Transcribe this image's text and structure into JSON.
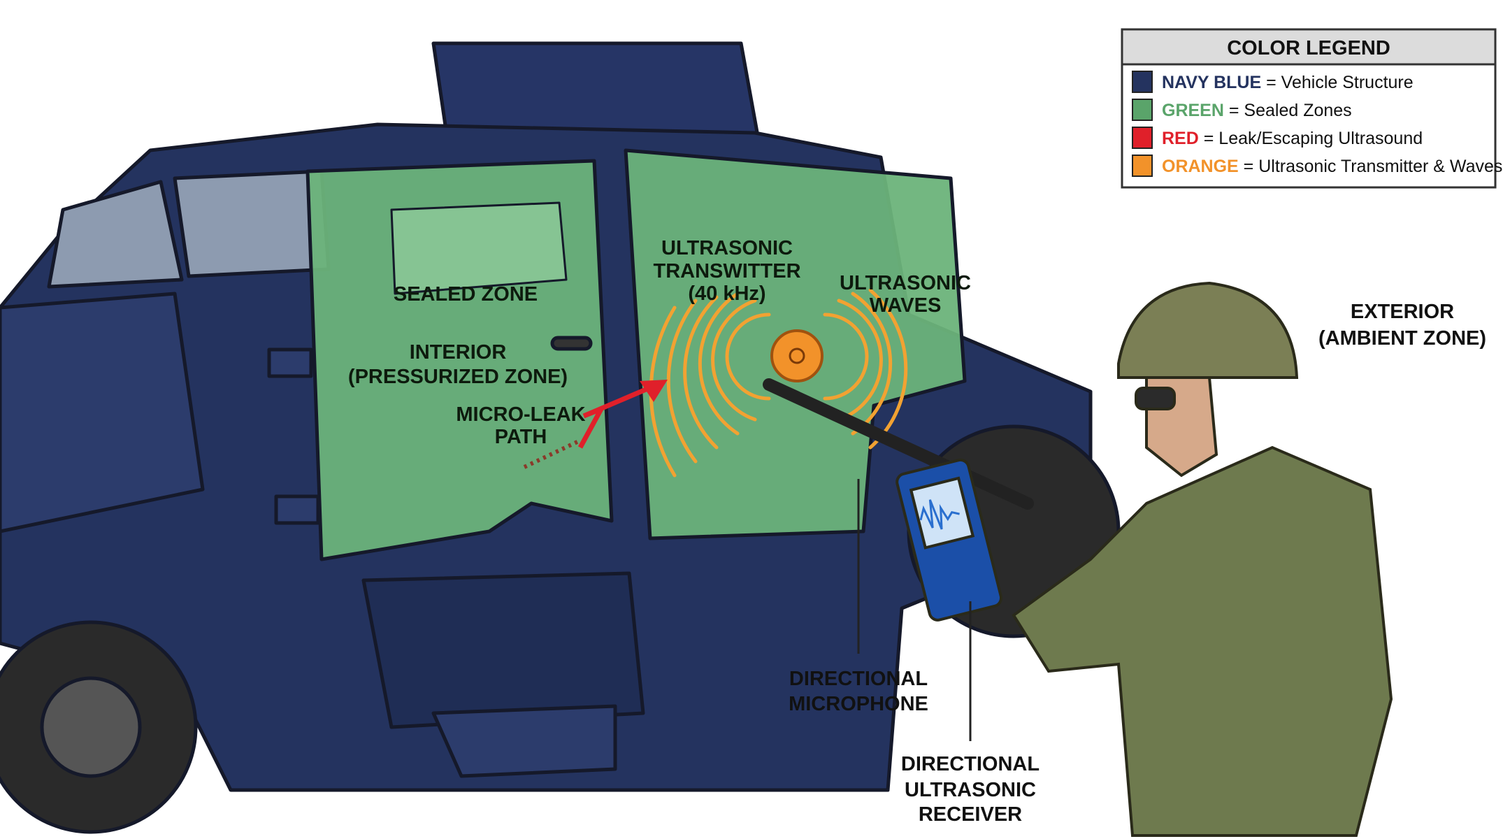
{
  "legend": {
    "title": "COLOR LEGEND",
    "items": [
      {
        "key": "NAVY BLUE",
        "sep": " = ",
        "desc": "Vehicle Structure",
        "color": "#24335f"
      },
      {
        "key": "GREEN",
        "sep": " = ",
        "desc": "Sealed Zones",
        "color": "#5aa46a"
      },
      {
        "key": "RED",
        "sep": " = ",
        "desc": "Leak/Escaping Ultrasound",
        "color": "#e0202a"
      },
      {
        "key": "ORANGE",
        "sep": " = ",
        "desc": "Ultrasonic Transmitter & Waves",
        "color": "#f2922a"
      }
    ]
  },
  "labels": {
    "sealed_zone": "SEALED ZONE",
    "interior_1": "INTERIOR",
    "interior_2": "(PRESSURIZED ZONE)",
    "micro_leak_1": "MICRO-LEAK",
    "micro_leak_2": "PATH",
    "transmitter_1": "ULTRASONIC",
    "transmitter_2": "TRANSWITTER",
    "transmitter_3": "(40 kHz)",
    "waves_1": "ULTRASONIC",
    "waves_2": "WAVES",
    "exterior_1": "EXTERIOR",
    "exterior_2": "(AMBIENT ZONE)",
    "microphone_1": "DIRECTIONAL",
    "microphone_2": "MICROPHONE",
    "receiver_1": "DIRECTIONAL",
    "receiver_2": "ULTRASONIC",
    "receiver_3": "RECEIVER"
  },
  "colors": {
    "navy": "#24335f",
    "green": "#6cb37a",
    "red": "#e0202a",
    "orange": "#f2922a",
    "camo": "#6e7a4e"
  }
}
